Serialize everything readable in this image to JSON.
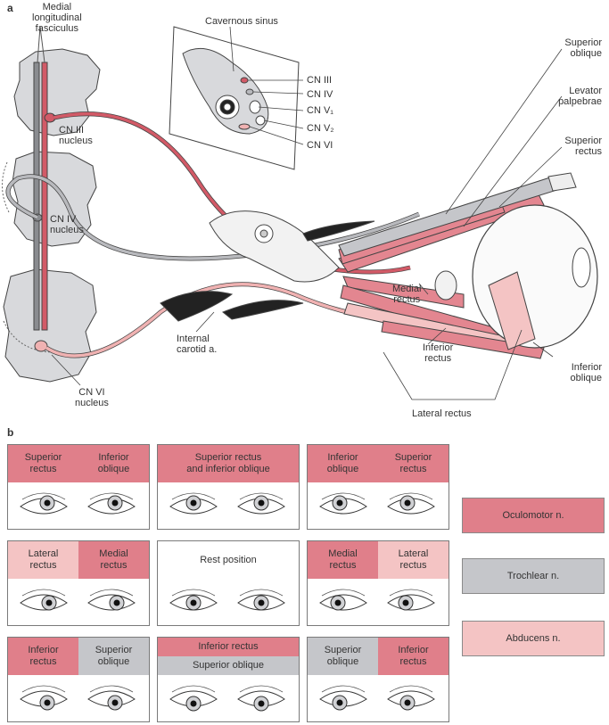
{
  "panel_a": {
    "letter": "a",
    "labels": {
      "mlf": "Medial\nlongitudinal\nfasciculus",
      "cn3_nucleus": "CN III\nnucleus",
      "cn4_nucleus": "CN IV\nnucleus",
      "cn6_nucleus": "CN VI\nnucleus",
      "cavernous_sinus": "Cavernous sinus",
      "cn3": "CN III",
      "cn4": "CN IV",
      "cn5_1": "CN V₁",
      "cn5_2": "CN V₂",
      "cn6": "CN VI",
      "superior_oblique": "Superior\noblique",
      "levator": "Levator\npalpebrae",
      "superior_rectus": "Superior\nrectus",
      "medial_rectus": "Medial\nrectus",
      "inferior_rectus": "Inferior\nrectus",
      "lateral_rectus": "Lateral rectus",
      "inferior_oblique": "Inferior\noblique",
      "internal_carotid": "Internal\ncarotid a."
    }
  },
  "panel_b": {
    "letter": "b",
    "cells": [
      {
        "headers": [
          {
            "text": "Superior\nrectus",
            "color": "oculomotor"
          },
          {
            "text": "Inferior\noblique",
            "color": "oculomotor"
          }
        ],
        "gaze": "up-right"
      },
      {
        "headers": [
          {
            "text": "Superior rectus\nand inferior oblique",
            "color": "oculomotor"
          }
        ],
        "gaze": "up"
      },
      {
        "headers": [
          {
            "text": "Inferior\noblique",
            "color": "oculomotor"
          },
          {
            "text": "Superior\nrectus",
            "color": "oculomotor"
          }
        ],
        "gaze": "up-left"
      },
      {
        "headers": [
          {
            "text": "Lateral\nrectus",
            "color": "abducens"
          },
          {
            "text": "Medial\nrectus",
            "color": "oculomotor"
          }
        ],
        "gaze": "right"
      },
      {
        "headers": [
          {
            "text": "Rest position",
            "color": "none"
          }
        ],
        "gaze": "center"
      },
      {
        "headers": [
          {
            "text": "Medial\nrectus",
            "color": "oculomotor"
          },
          {
            "text": "Lateral\nrectus",
            "color": "abducens"
          }
        ],
        "gaze": "left"
      },
      {
        "headers": [
          {
            "text": "Inferior\nrectus",
            "color": "oculomotor"
          },
          {
            "text": "Superior\noblique",
            "color": "trochlear"
          }
        ],
        "gaze": "down-right"
      },
      {
        "headers": [
          {
            "text": "Inferior rectus",
            "color": "oculomotor"
          },
          {
            "text": "Superior oblique",
            "color": "trochlear"
          }
        ],
        "gaze": "down",
        "stacked": true
      },
      {
        "headers": [
          {
            "text": "Superior\noblique",
            "color": "trochlear"
          },
          {
            "text": "Inferior\nrectus",
            "color": "oculomotor"
          }
        ],
        "gaze": "down-left"
      }
    ],
    "legend": [
      {
        "label": "Oculomotor n.",
        "color": "oculomotor"
      },
      {
        "label": "Trochlear n.",
        "color": "trochlear"
      },
      {
        "label": "Abducens n.",
        "color": "abducens"
      }
    ]
  },
  "colors": {
    "oculomotor": "#e07f8a",
    "trochlear": "#c5c6ca",
    "abducens": "#f4c4c4",
    "nerve_red": "#d25a67",
    "nerve_grey": "#9a9ca0",
    "nerve_pink": "#f0b2b2",
    "muscle": "#e38690",
    "outline": "#444444"
  }
}
